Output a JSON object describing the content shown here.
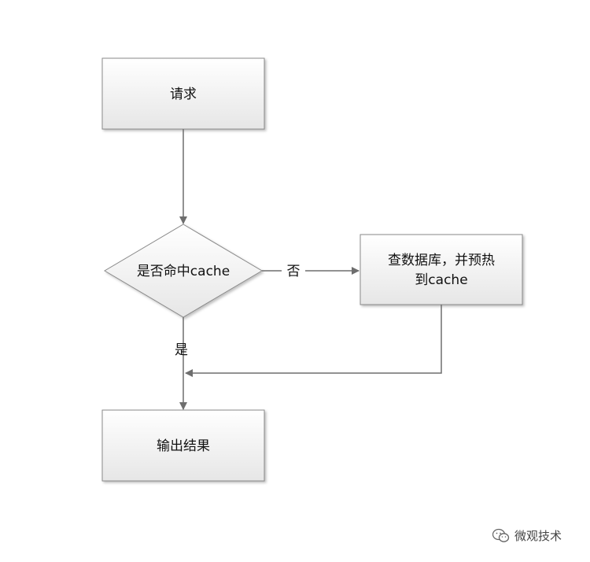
{
  "nodes": {
    "request": "请求",
    "cache_hit": "是否命中cache",
    "query_db": [
      "查数据库，并预热",
      "到cache"
    ],
    "output": "输出结果"
  },
  "edges": {
    "no_label": "否",
    "yes_label": "是"
  },
  "watermark": {
    "text": "微观技术",
    "icon": "wechat-icon"
  },
  "colors": {
    "box_fill_top": "#ffffff",
    "box_fill_bottom": "#e8e8e8",
    "stroke": "#8a8a8a",
    "arrow": "#6e6e6e"
  }
}
